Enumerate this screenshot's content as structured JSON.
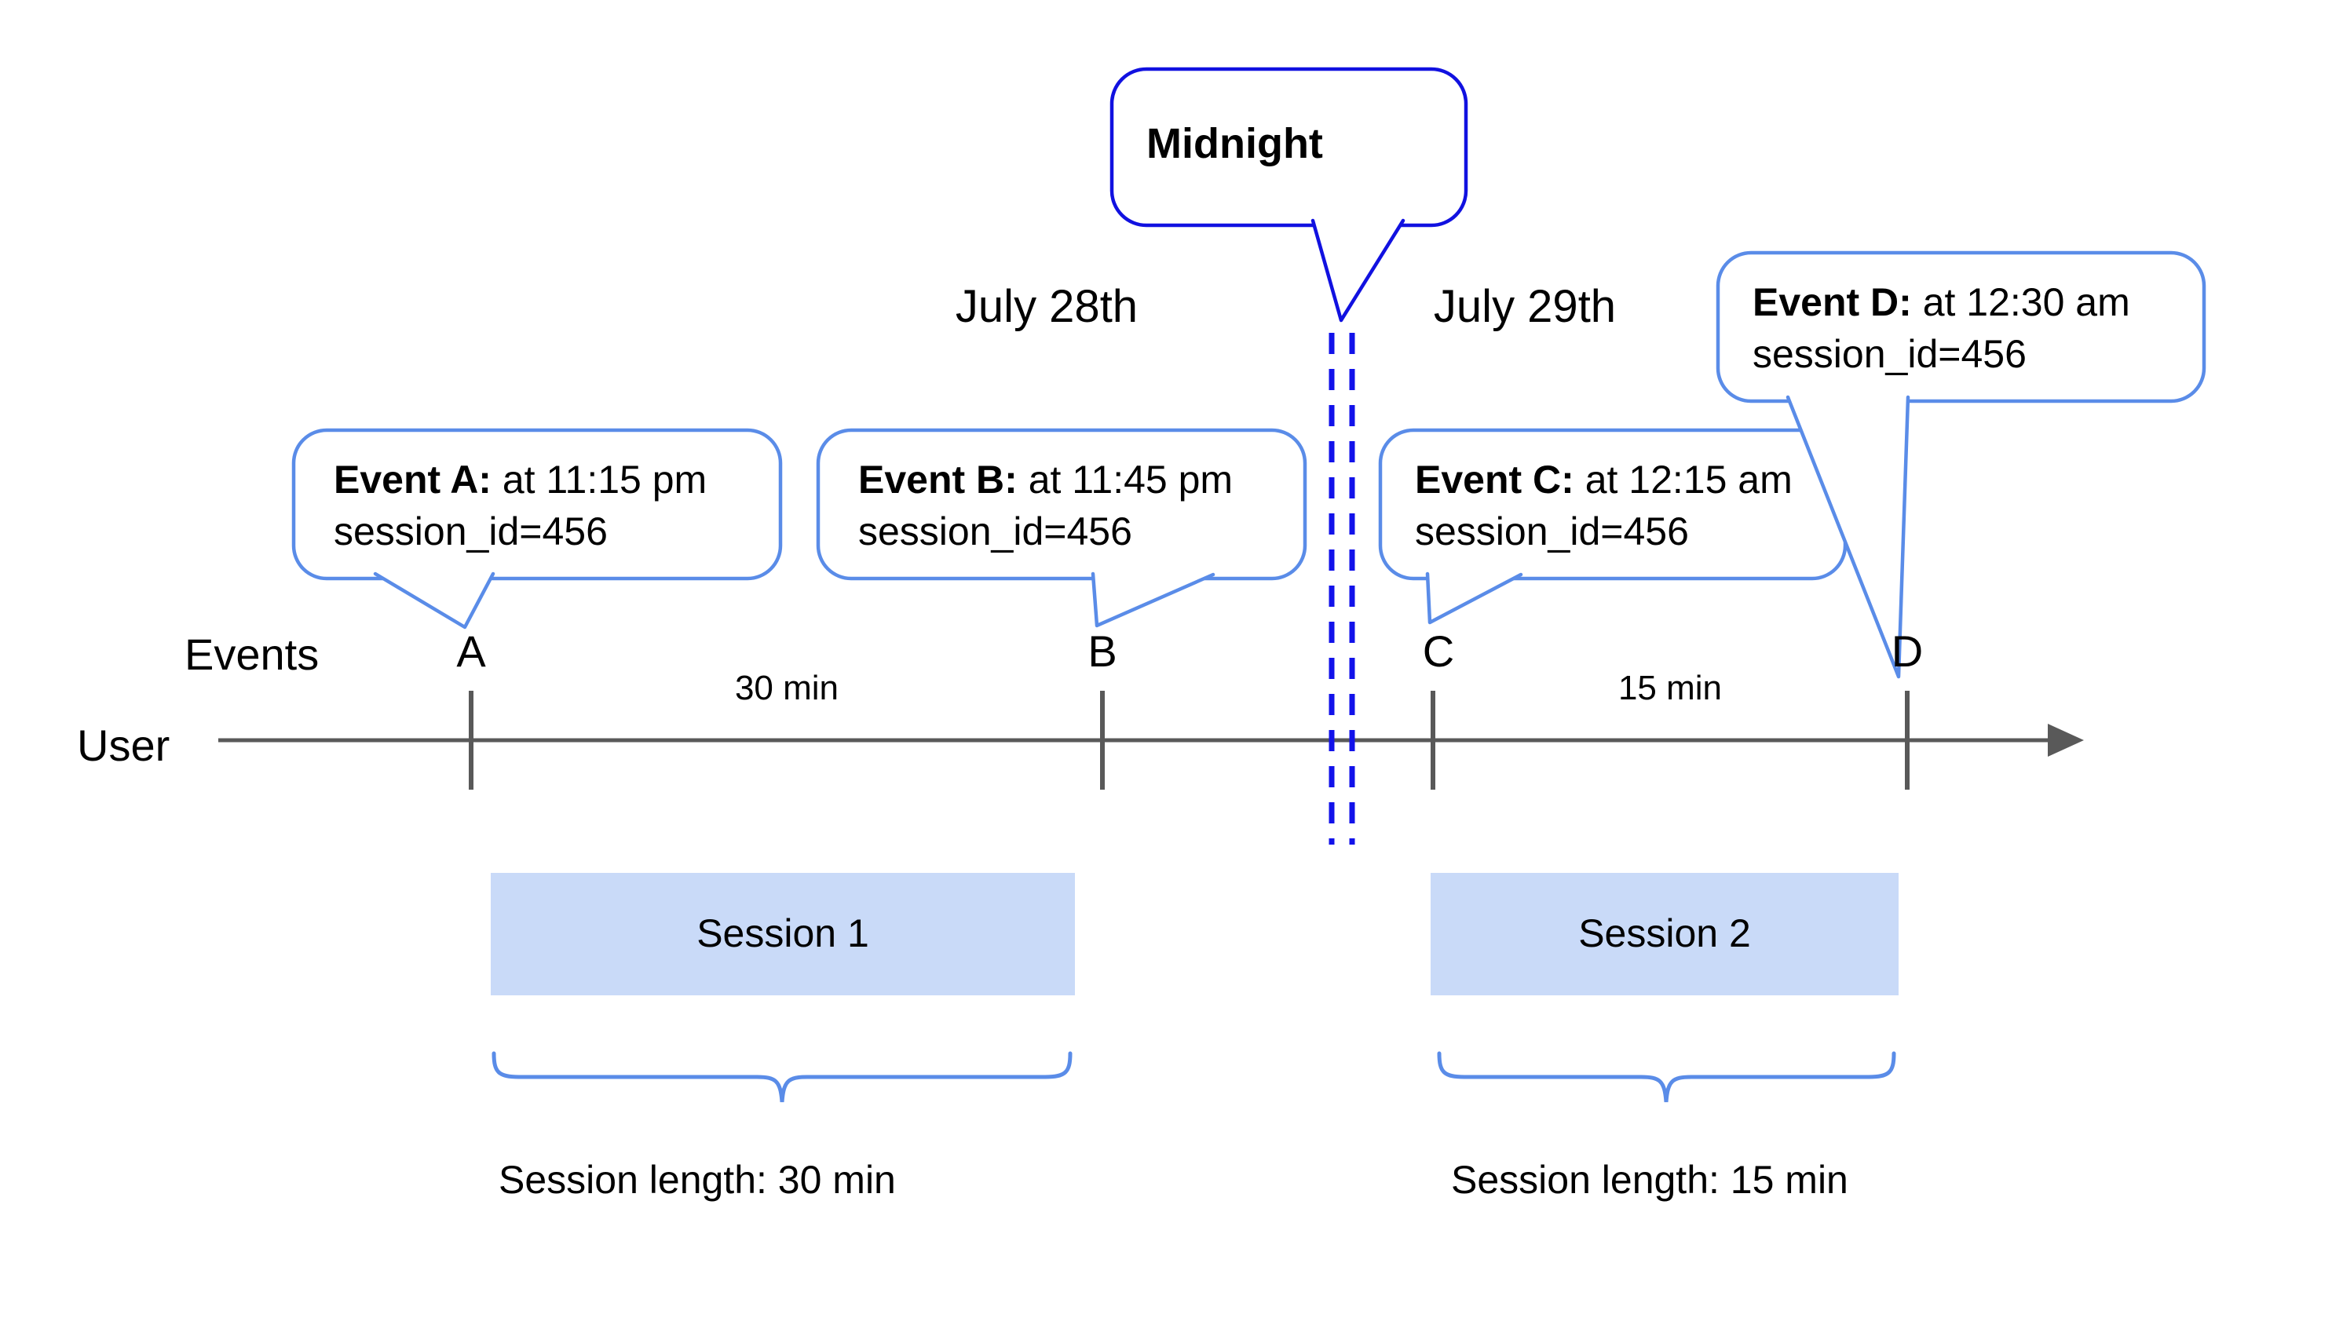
{
  "title": "Session length across midnight diagram",
  "midnight": {
    "label": "Midnight"
  },
  "dates": {
    "left": "July 28th",
    "right": "July 29th"
  },
  "axis": {
    "events_label": "Events",
    "user_label": "User"
  },
  "events": [
    {
      "letter": "A",
      "label": "Event A:",
      "time": " at 11:15 pm",
      "session": "session_id=456"
    },
    {
      "letter": "B",
      "label": "Event B:",
      "time": " at 11:45 pm",
      "session": "session_id=456"
    },
    {
      "letter": "C",
      "label": "Event C:",
      "time": " at 12:15 am",
      "session": "session_id=456"
    },
    {
      "letter": "D",
      "label": "Event D:",
      "time": " at 12:30 am",
      "session": "session_id=456"
    }
  ],
  "intervals": {
    "ab": "30 min",
    "cd": "15 min"
  },
  "sessions": [
    {
      "label": "Session 1",
      "length": "Session length: 30 min"
    },
    {
      "label": "Session 2",
      "length": "Session length: 15 min"
    }
  ],
  "colors": {
    "callout_blue": "#5a8ce8",
    "midnight_blue": "#1111e0",
    "dash_blue": "#1212ea",
    "axis_gray": "#595959",
    "session_fill": "#c9daf8"
  }
}
